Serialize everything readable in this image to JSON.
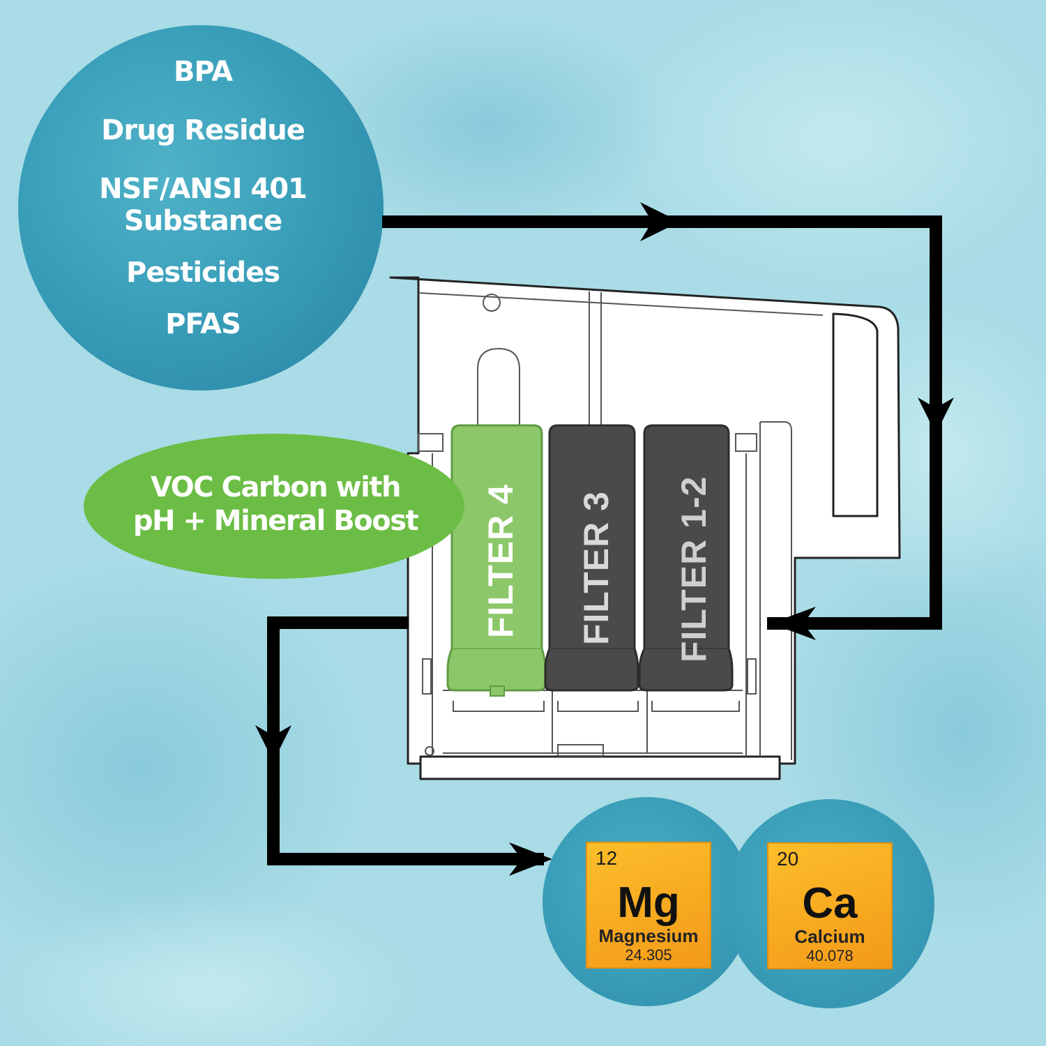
{
  "contaminants": {
    "items": [
      "BPA",
      "Drug Residue",
      "NSF/ANSI 401",
      "Substance",
      "Pesticides",
      "PFAS"
    ]
  },
  "voc_callout": {
    "line1": "VOC Carbon with",
    "line2": "pH + Mineral Boost"
  },
  "filters": [
    {
      "label": "FILTER 4",
      "color": "#8cc86a"
    },
    {
      "label": "FILTER 3",
      "color": "#4a4a4a"
    },
    {
      "label": "FILTER 1-2",
      "color": "#4a4a4a"
    }
  ],
  "minerals": [
    {
      "number": "12",
      "symbol": "Mg",
      "name": "Magnesium",
      "mass": "24.305"
    },
    {
      "number": "20",
      "symbol": "Ca",
      "name": "Calcium",
      "mass": "40.078"
    }
  ],
  "colors": {
    "background": "#a9dce6",
    "circle": "#3a9fba",
    "voc_green": "#6cbd45",
    "tile_orange": "#f8ae22",
    "flow_arrow": "#000000"
  }
}
